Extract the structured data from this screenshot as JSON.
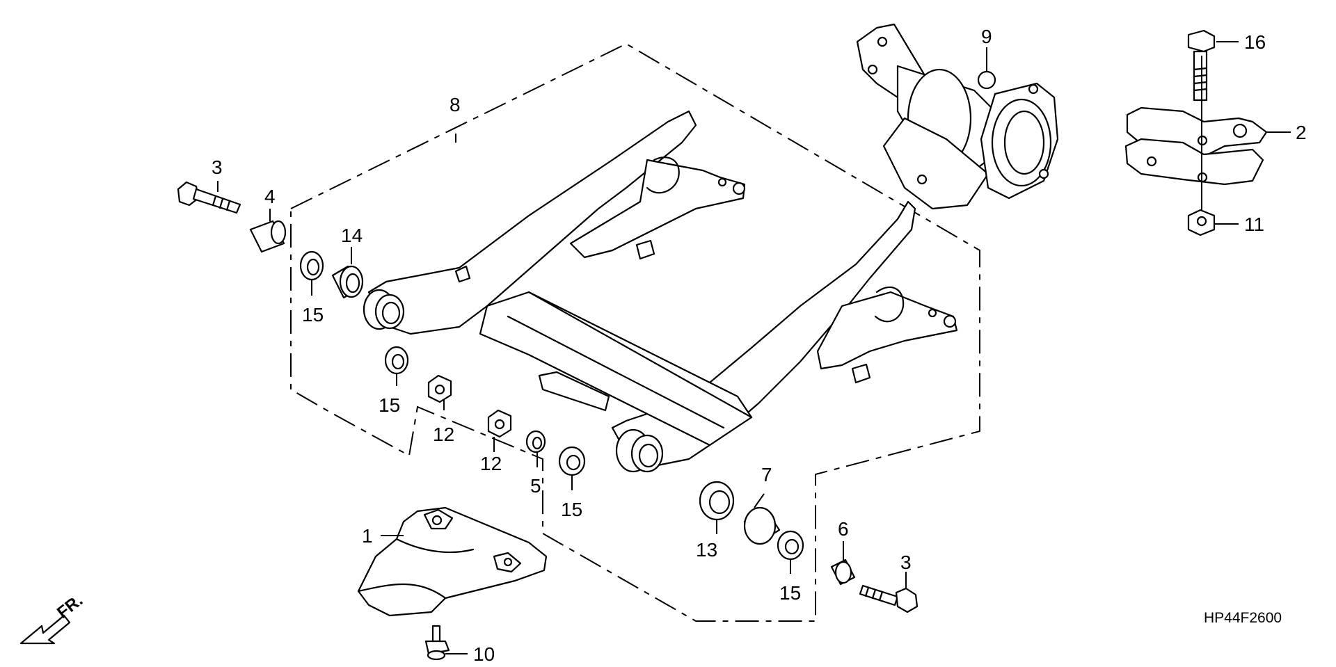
{
  "diagram": {
    "code": "HP44F2600",
    "front_indicator": "FR.",
    "callouts": {
      "c1": "1",
      "c2": "2",
      "c3a": "3",
      "c3b": "3",
      "c4": "4",
      "c5": "5",
      "c6": "6",
      "c7": "7",
      "c8": "8",
      "c9": "9",
      "c10": "10",
      "c11": "11",
      "c12a": "12",
      "c12b": "12",
      "c13": "13",
      "c14": "14",
      "c15a": "15",
      "c15b": "15",
      "c15c": "15",
      "c15d": "15",
      "c16": "16"
    }
  }
}
